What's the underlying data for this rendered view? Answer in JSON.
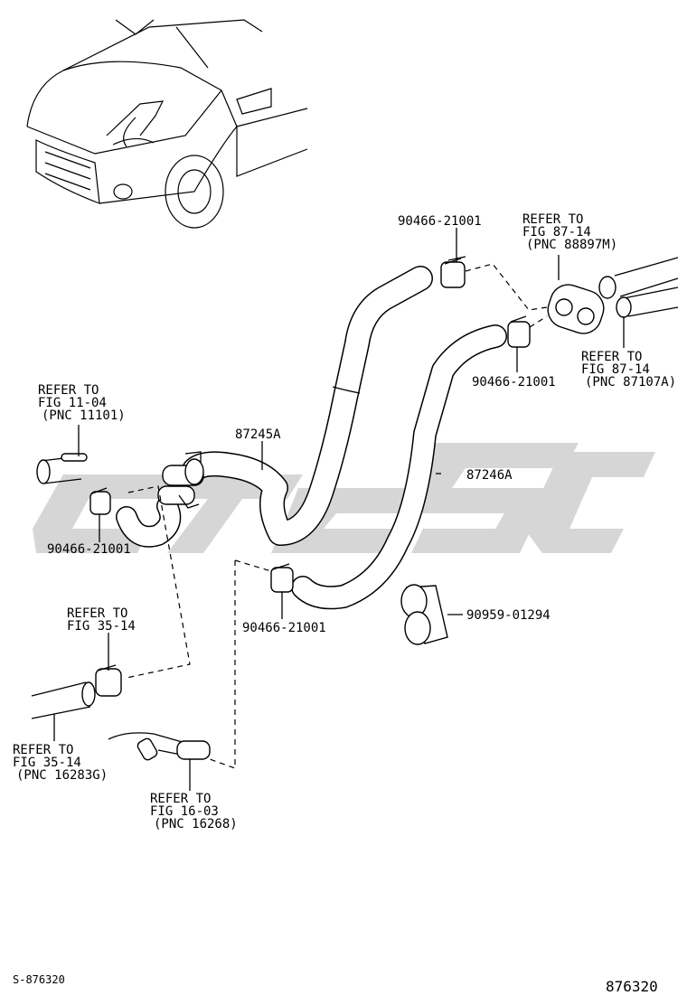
{
  "diagram_id_bottom_left": "S-876320",
  "diagram_id_bottom_right": "876320",
  "colors": {
    "line": "#000000",
    "watermark": "#d6d6d6",
    "background": "#ffffff"
  },
  "labels": {
    "clamp_top": "90466-21001",
    "refer_87_14_m": [
      "REFER TO",
      "FIG 87-14",
      "(PNC 88897M)"
    ],
    "refer_87_14_a": [
      "REFER TO",
      "FIG 87-14",
      "(PNC 87107A)"
    ],
    "clamp_right": "90466-21001",
    "refer_11_04": [
      "REFER TO",
      "FIG 11-04",
      "(PNC 11101)"
    ],
    "hose_87245a": "87245A",
    "hose_87246a": "87246A",
    "clamp_left": "90466-21001",
    "clamp_middle": "90466-21001",
    "bracket_90959": "90959-01294",
    "refer_35_14": [
      "REFER TO",
      "FIG 35-14"
    ],
    "refer_35_14_g": [
      "REFER TO",
      "FIG 35-14",
      "(PNC 16283G)"
    ],
    "refer_16_03": [
      "REFER TO",
      "FIG 16-03",
      "(PNC 16268)"
    ]
  }
}
